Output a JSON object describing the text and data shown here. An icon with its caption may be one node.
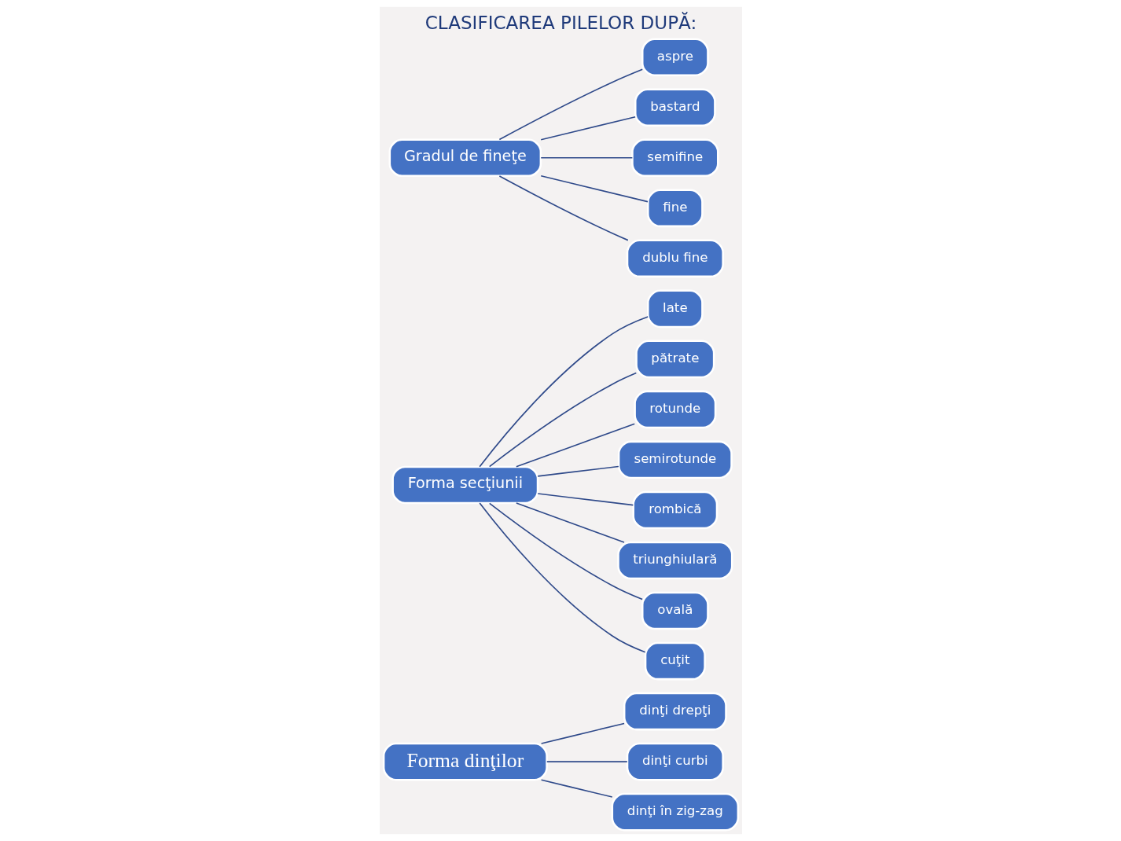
{
  "diagram": {
    "title": "CLASIFICAREA PILELOR DUPĂ:",
    "nodes": [
      {
        "text": [
          "Forma dinţilor"
        ]
      },
      {
        "text": [
          "dinţi drepţi"
        ]
      },
      {
        "text": [
          "dinţi curbi"
        ]
      },
      {
        "text": [
          "dinţi în zig-zag"
        ]
      },
      {
        "text": [
          "Forma secţiunii"
        ]
      },
      {
        "text": [
          "late"
        ]
      },
      {
        "text": [
          "pătrate"
        ]
      },
      {
        "text": [
          "rotunde"
        ]
      },
      {
        "text": [
          "semirotunde"
        ]
      },
      {
        "text": [
          "rombică"
        ]
      },
      {
        "text": [
          "triunghiulară"
        ]
      },
      {
        "text": [
          "ovală"
        ]
      },
      {
        "text": [
          "cuţit"
        ]
      },
      {
        "text": [
          "Gradul de fineţe"
        ]
      },
      {
        "text": [
          "aspre"
        ]
      },
      {
        "text": [
          "bastard"
        ]
      },
      {
        "text": [
          "semifine"
        ]
      },
      {
        "text": [
          "fine"
        ]
      },
      {
        "text": [
          "dublu fine"
        ]
      }
    ],
    "edges": [
      {
        "from": 0,
        "to": 1,
        "arrow": "none"
      },
      {
        "from": 0,
        "to": 2,
        "arrow": "none"
      },
      {
        "from": 0,
        "to": 3,
        "arrow": "none"
      },
      {
        "from": 4,
        "to": 5,
        "arrow": "none"
      },
      {
        "from": 4,
        "to": 6,
        "arrow": "none"
      },
      {
        "from": 4,
        "to": 7,
        "arrow": "none"
      },
      {
        "from": 4,
        "to": 8,
        "arrow": "none"
      },
      {
        "from": 4,
        "to": 9,
        "arrow": "none"
      },
      {
        "from": 4,
        "to": 10,
        "arrow": "none"
      },
      {
        "from": 4,
        "to": 11,
        "arrow": "none"
      },
      {
        "from": 4,
        "to": 12,
        "arrow": "none"
      },
      {
        "from": 13,
        "to": 14,
        "arrow": "none"
      },
      {
        "from": 13,
        "to": 15,
        "arrow": "none"
      },
      {
        "from": 13,
        "to": 16,
        "arrow": "none"
      },
      {
        "from": 13,
        "to": 17,
        "arrow": "none"
      },
      {
        "from": 13,
        "to": 18,
        "arrow": "none"
      }
    ]
  }
}
